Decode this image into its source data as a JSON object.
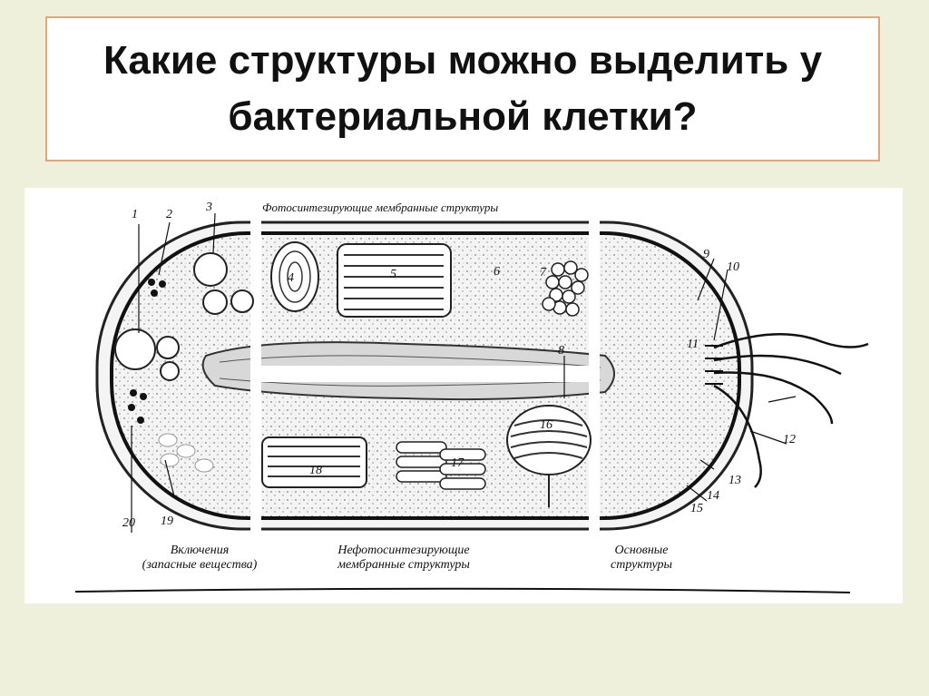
{
  "slide": {
    "title": "Какие структуры можно выделить у бактериальной клетки?"
  },
  "figure": {
    "top_caption": "Фотосинтезирующие мембранные структуры",
    "caption_inclusions_1": "Включения",
    "caption_inclusions_2": "(запасные вещества)",
    "caption_nonphoto_1": "Нефотосинтезирующие",
    "caption_nonphoto_2": "мембранные структуры",
    "caption_basic_1": "Основные",
    "caption_basic_2": "структуры",
    "numbers": {
      "n1": "1",
      "n2": "2",
      "n3": "3",
      "n4": "4",
      "n5": "5",
      "n6": "6",
      "n7": "7",
      "n8": "8",
      "n9": "9",
      "n10": "10",
      "n11": "11",
      "n12": "12",
      "n13": "13",
      "n14": "14",
      "n15": "15",
      "n16": "16",
      "n17": "17",
      "n18": "18",
      "n19": "19",
      "n20": "20"
    }
  }
}
